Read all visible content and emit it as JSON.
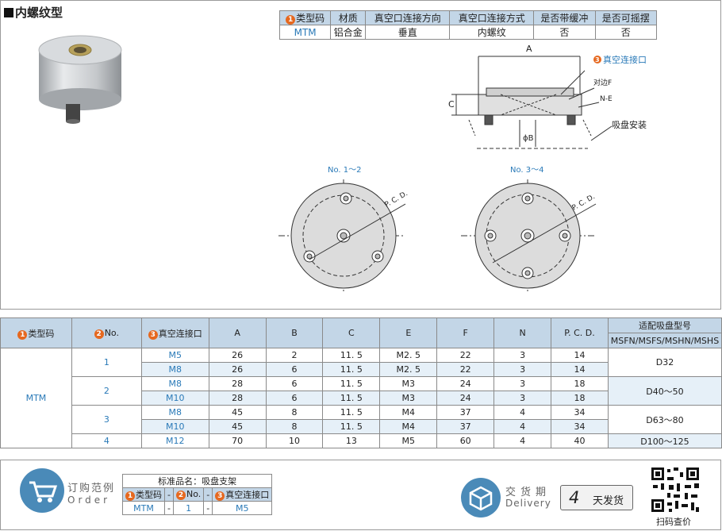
{
  "section": {
    "title": "内螺纹型"
  },
  "spec_table": {
    "headers": [
      {
        "num": "1",
        "label": "类型码"
      },
      {
        "label": "材质"
      },
      {
        "label": "真空口连接方向"
      },
      {
        "label": "真空口连接方式"
      },
      {
        "label": "是否带缓冲"
      },
      {
        "label": "是否可摇摆"
      }
    ],
    "row": [
      "MTM",
      "铝合金",
      "垂直",
      "内螺纹",
      "否",
      "否"
    ]
  },
  "drawing": {
    "dim_a": "A",
    "dim_c": "C",
    "dim_b": "ϕB",
    "vacuum_port": {
      "num": "3",
      "label": "真空连接口"
    },
    "across_flats": "对边F",
    "ne": "N-E",
    "cup_mount": "吸盘安装",
    "no12": "No. 1～2",
    "no34": "No. 3～4",
    "pcd": "P. C. D."
  },
  "data_table": {
    "headers": [
      {
        "num": "1",
        "label": "类型码"
      },
      {
        "num": "2",
        "label": "No."
      },
      {
        "num": "3",
        "label": "真空连接口"
      },
      {
        "label": "A"
      },
      {
        "label": "B"
      },
      {
        "label": "C"
      },
      {
        "label": "E"
      },
      {
        "label": "F"
      },
      {
        "label": "N"
      },
      {
        "label": "P. C. D."
      }
    ],
    "cup_header": "适配吸盘型号",
    "cup_subheader": "MSFN/MSFS/MSHN/MSHS",
    "type_code": "MTM",
    "groups": [
      {
        "no": "1",
        "cup": "D32",
        "rows": [
          {
            "port": "M5",
            "A": "26",
            "B": "2",
            "C": "11. 5",
            "E": "M2. 5",
            "F": "22",
            "N": "3",
            "PCD": "14"
          },
          {
            "port": "M8",
            "A": "26",
            "B": "6",
            "C": "11. 5",
            "E": "M2. 5",
            "F": "22",
            "N": "3",
            "PCD": "14"
          }
        ]
      },
      {
        "no": "2",
        "cup": "D40～50",
        "rows": [
          {
            "port": "M8",
            "A": "28",
            "B": "6",
            "C": "11. 5",
            "E": "M3",
            "F": "24",
            "N": "3",
            "PCD": "18"
          },
          {
            "port": "M10",
            "A": "28",
            "B": "6",
            "C": "11. 5",
            "E": "M3",
            "F": "24",
            "N": "3",
            "PCD": "18"
          }
        ]
      },
      {
        "no": "3",
        "cup": "D63～80",
        "rows": [
          {
            "port": "M8",
            "A": "45",
            "B": "8",
            "C": "11. 5",
            "E": "M4",
            "F": "37",
            "N": "4",
            "PCD": "34"
          },
          {
            "port": "M10",
            "A": "45",
            "B": "8",
            "C": "11. 5",
            "E": "M4",
            "F": "37",
            "N": "4",
            "PCD": "34"
          }
        ]
      },
      {
        "no": "4",
        "cup": "D100～125",
        "rows": [
          {
            "port": "M12",
            "A": "70",
            "B": "10",
            "C": "13",
            "E": "M5",
            "F": "60",
            "N": "4",
            "PCD": "40"
          }
        ]
      }
    ]
  },
  "footer": {
    "order_cn": "订购范例",
    "order_en": "Order",
    "std_name": "标准品名：吸盘支架",
    "order_headers": [
      {
        "num": "1",
        "label": "类型码"
      },
      {
        "label": "-"
      },
      {
        "num": "2",
        "label": "No."
      },
      {
        "label": "-"
      },
      {
        "num": "3",
        "label": "真空连接口"
      }
    ],
    "order_values": [
      "MTM",
      "-",
      "1",
      "-",
      "M5"
    ],
    "delivery_cn": "交货期",
    "delivery_en": "Delivery",
    "days_num": "4",
    "days_text": "天发货",
    "qr_label": "扫码查价"
  },
  "colors": {
    "header_bg": "#c3d6e7",
    "accent_blue": "#2a7ab8",
    "num_badge": "#e6681f",
    "icon_blue": "#4a8ab8"
  },
  "icons": [
    "cart-icon",
    "delivery-box-icon",
    "qr-code"
  ]
}
